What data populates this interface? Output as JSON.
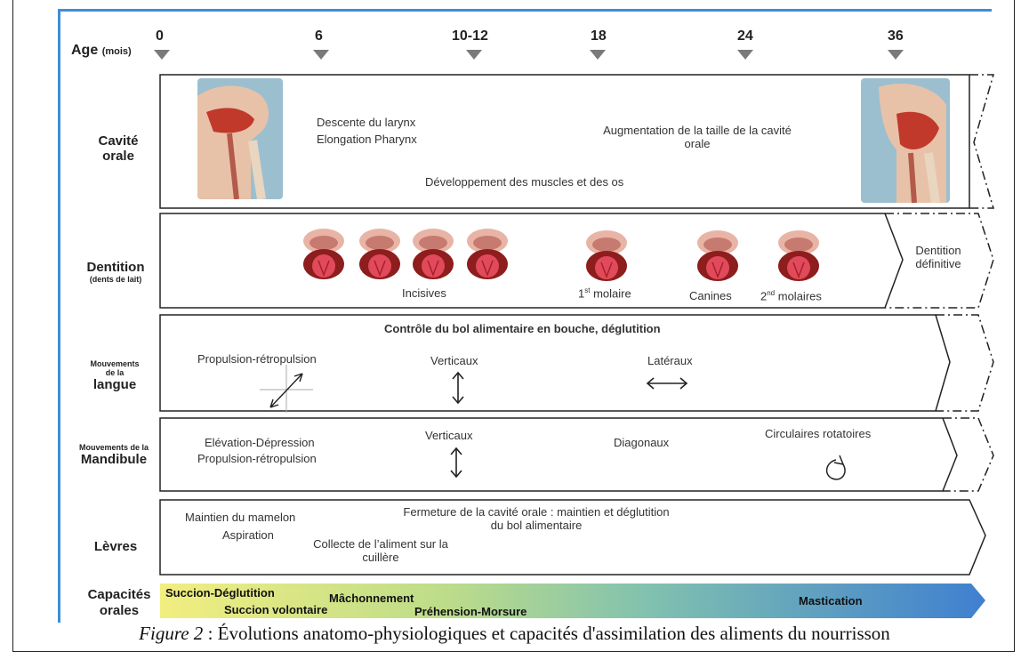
{
  "age": {
    "label": "Age",
    "unit": "(mois)",
    "ticks": [
      "0",
      "6",
      "10-12",
      "18",
      "24",
      "36"
    ]
  },
  "rows": {
    "cavite": {
      "label": "Cavité orale"
    },
    "dentition": {
      "label": "Dentition",
      "sublabel": "(dents de lait)"
    },
    "langue": {
      "label_small": "Mouvements de la",
      "label_big": "langue"
    },
    "mandibule": {
      "label_small": "Mouvements de la",
      "label_big": "Mandibule"
    },
    "levres": {
      "label": "Lèvres"
    },
    "capacites": {
      "label": "Capacités orales"
    }
  },
  "cavite": {
    "descente": "Descente du larynx",
    "elongation": "Elongation Pharynx",
    "augmentation": "Augmentation de la taille de la cavité orale",
    "developpement": "Développement des muscles et des os"
  },
  "dentition": {
    "incisives": "Incisives",
    "molaire1": "1",
    "molaire1_sup": "st",
    "molaire1_txt": " molaire",
    "canines": "Canines",
    "molaires2": "2",
    "molaires2_sup": "nd",
    "molaires2_txt": " molaires",
    "definitive": "Dentition définitive"
  },
  "langue": {
    "controle": "Contrôle du bol alimentaire en bouche, déglutition",
    "propulsion": "Propulsion-rétropulsion",
    "verticaux": "Verticaux",
    "lateraux": "Latéraux"
  },
  "mandibule": {
    "elevation": "Elévation-Dépression",
    "propulsion": "Propulsion-rétropulsion",
    "verticaux": "Verticaux",
    "diagonaux": "Diagonaux",
    "circulaires": "Circulaires rotatoires"
  },
  "levres": {
    "maintien": "Maintien du mamelon",
    "aspiration": "Aspiration",
    "collecte": "Collecte de l’aliment sur la cuillère",
    "fermeture": "Fermeture de la cavité orale : maintien et déglutition du bol alimentaire"
  },
  "capacites": {
    "succion_deglutition": "Succion-Déglutition",
    "succion_volontaire": "Succion volontaire",
    "machonnement": "Mâchonnement",
    "prehension": "Préhension-Morsure",
    "mastication": "Mastication"
  },
  "caption": {
    "figure": "Figure 2",
    "text": " : Évolutions anatomo-physiologiques et capacités d'assimilation des aliments du nourrisson"
  },
  "colors": {
    "frame_blue": "#3d8fd6",
    "gradient_start": "#f2ee80",
    "gradient_end": "#3f7fd0",
    "marker_gray": "#7a7a7a"
  }
}
